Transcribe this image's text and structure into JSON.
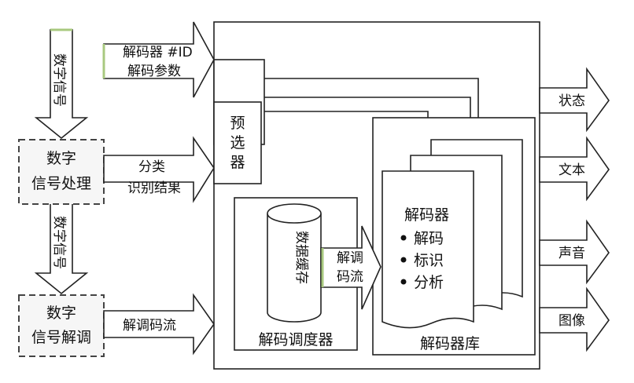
{
  "inputs": {
    "digital_signal_1": "数字信号",
    "digital_signal_2": "数字信号",
    "decoder_id_line1": "解码器 #ID",
    "decoder_id_line2": "解码参数",
    "classify_line1": "分类",
    "classify_line2": "识别结果",
    "decoded_stream": "解调码流"
  },
  "left_boxes": {
    "processing_line1": "数字",
    "processing_line2": "信号处理",
    "demod_line1": "数字",
    "demod_line2": "信号解调"
  },
  "core": {
    "preselector": [
      "预",
      "选",
      "器"
    ],
    "buffer": "数据缓存",
    "stream_line1": "解调",
    "stream_line2": "码流",
    "scheduler": "解码调度器",
    "decoder_title": "解码器",
    "decoder_bullets": [
      "解码",
      "标识",
      "分析"
    ],
    "library": "解码器库"
  },
  "outputs": [
    "状态",
    "文本",
    "声音",
    "图像"
  ]
}
